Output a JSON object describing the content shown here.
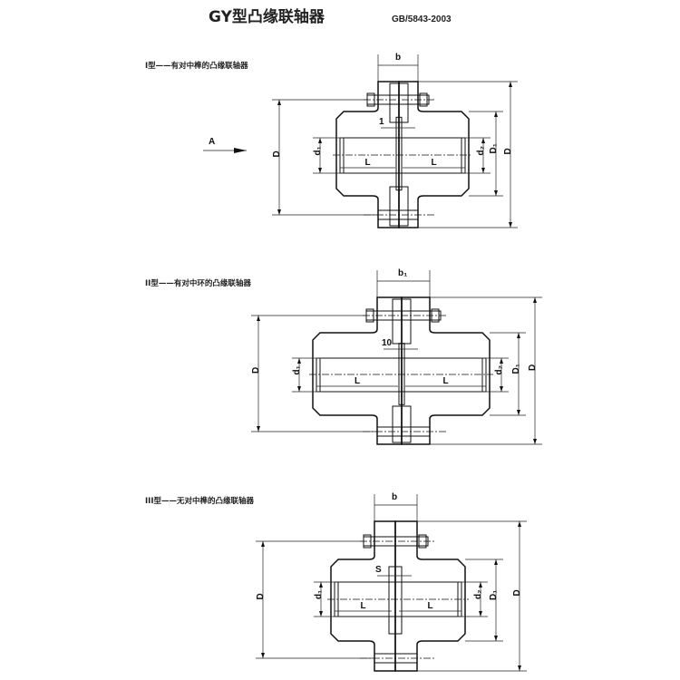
{
  "header": {
    "title": "GY型凸缘联轴器",
    "standard": "GB/5843-2003"
  },
  "diagrams": [
    {
      "type_label": "I型——有对中榫的凸缘联轴器",
      "width_label": "b",
      "gap_label": "1",
      "view_label": "A",
      "labels": {
        "D_left": "D",
        "d1": "d₁",
        "d2": "d₂",
        "D1": "D₁",
        "D_right": "D",
        "L_left": "L",
        "L_right": "L"
      }
    },
    {
      "type_label": "II型——有对中环的凸缘联轴器",
      "width_label": "b₁",
      "gap_label": "10",
      "labels": {
        "D_left": "D",
        "d1": "d₁",
        "d2": "d₂",
        "D1": "D₁",
        "D_right": "D",
        "L_left": "L",
        "L_right": "L"
      }
    },
    {
      "type_label": "III型——无对中榫的凸缘联轴器",
      "width_label": "b",
      "gap_label": "S",
      "labels": {
        "D_left": "D",
        "d1": "d₁",
        "d2": "d₂",
        "D1": "D₁",
        "D_right": "D",
        "L_left": "L",
        "L_right": "L"
      }
    }
  ]
}
